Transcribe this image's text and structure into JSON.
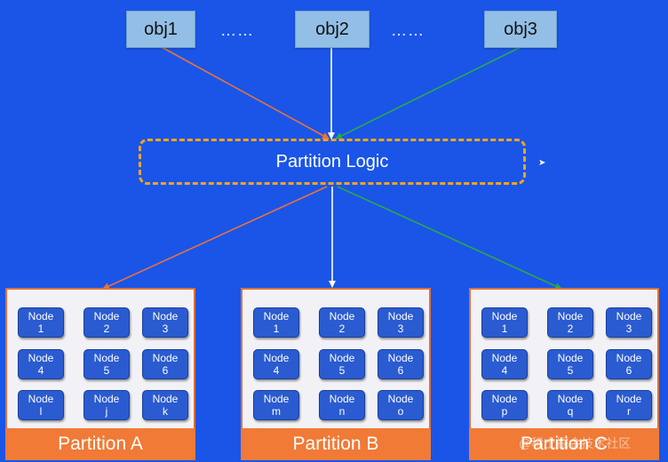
{
  "objects": [
    "obj1",
    "obj2",
    "obj3"
  ],
  "ellipsis": "……",
  "logic_label": "Partition Logic",
  "partitions": [
    {
      "label": "Partition A",
      "nodes": [
        {
          "title": "Node",
          "id": "1"
        },
        {
          "title": "Node",
          "id": "2"
        },
        {
          "title": "Node",
          "id": "3"
        },
        {
          "title": "Node",
          "id": "4"
        },
        {
          "title": "Node",
          "id": "5"
        },
        {
          "title": "Node",
          "id": "6"
        },
        {
          "title": "Node",
          "id": "l"
        },
        {
          "title": "Node",
          "id": "j"
        },
        {
          "title": "Node",
          "id": "k"
        }
      ]
    },
    {
      "label": "Partition B",
      "nodes": [
        {
          "title": "Node",
          "id": "1"
        },
        {
          "title": "Node",
          "id": "2"
        },
        {
          "title": "Node",
          "id": "3"
        },
        {
          "title": "Node",
          "id": "4"
        },
        {
          "title": "Node",
          "id": "5"
        },
        {
          "title": "Node",
          "id": "6"
        },
        {
          "title": "Node",
          "id": "m"
        },
        {
          "title": "Node",
          "id": "n"
        },
        {
          "title": "Node",
          "id": "o"
        }
      ]
    },
    {
      "label": "Partition C",
      "nodes": [
        {
          "title": "Node",
          "id": "1"
        },
        {
          "title": "Node",
          "id": "2"
        },
        {
          "title": "Node",
          "id": "3"
        },
        {
          "title": "Node",
          "id": "4"
        },
        {
          "title": "Node",
          "id": "5"
        },
        {
          "title": "Node",
          "id": "6"
        },
        {
          "title": "Node",
          "id": "p"
        },
        {
          "title": "Node",
          "id": "q"
        },
        {
          "title": "Node",
          "id": "r"
        }
      ]
    }
  ],
  "watermark": "@稀土掘金技术社区",
  "colors": {
    "background": "#1a55e8",
    "object_box": "#93bfe6",
    "logic_border": "#f2a41c",
    "node_fill": "#2a5bd0",
    "partition_label": "#f07a36",
    "arrow_orange": "#e8723c",
    "arrow_white": "#ffffff",
    "arrow_green": "#2ea84a"
  }
}
